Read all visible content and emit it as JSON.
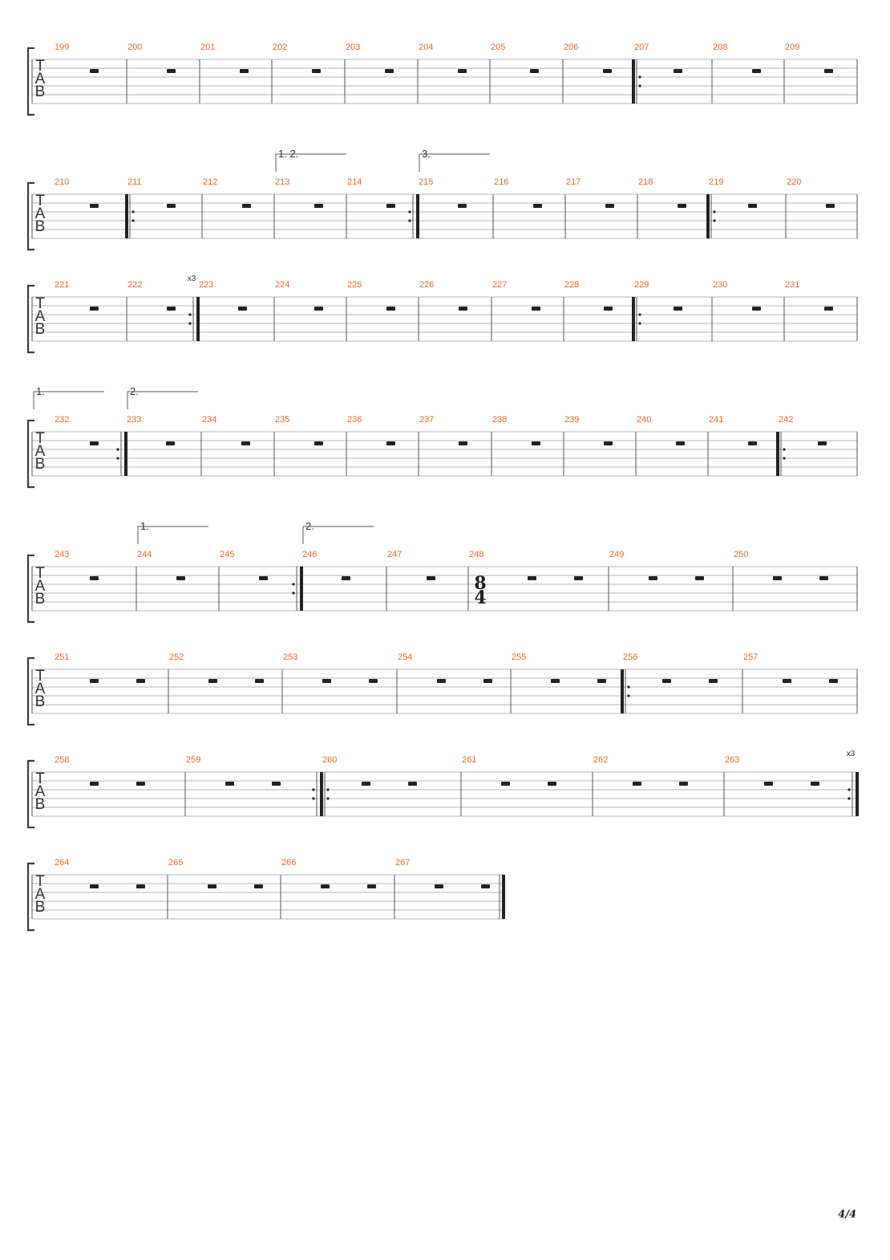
{
  "document": {
    "type": "guitar-tablature",
    "page_label": "4/4",
    "tab_clef": [
      "T",
      "A",
      "B"
    ],
    "rest_marker": "rest",
    "time_signature_change": {
      "measure": 248,
      "numerator": "8",
      "denominator": "4"
    },
    "systems": [
      {
        "measures": [
          {
            "n": "199",
            "rests": 1
          },
          {
            "n": "200",
            "rests": 1
          },
          {
            "n": "201",
            "rests": 1
          },
          {
            "n": "202",
            "rests": 1
          },
          {
            "n": "203",
            "rests": 1
          },
          {
            "n": "204",
            "rests": 1
          },
          {
            "n": "205",
            "rests": 1
          },
          {
            "n": "206",
            "rests": 1
          },
          {
            "n": "207",
            "rests": 1,
            "repeat_start": true
          },
          {
            "n": "208",
            "rests": 1
          },
          {
            "n": "209",
            "rests": 1
          }
        ]
      },
      {
        "measures": [
          {
            "n": "210",
            "rests": 1
          },
          {
            "n": "211",
            "rests": 1,
            "repeat_start": true
          },
          {
            "n": "212",
            "rests": 1
          },
          {
            "n": "213",
            "rests": 1,
            "ending": "1. 2."
          },
          {
            "n": "214",
            "rests": 1,
            "repeat_end": true
          },
          {
            "n": "215",
            "rests": 1,
            "ending": "3."
          },
          {
            "n": "216",
            "rests": 1
          },
          {
            "n": "217",
            "rests": 1
          },
          {
            "n": "218",
            "rests": 1
          },
          {
            "n": "219",
            "rests": 1,
            "repeat_start": true
          },
          {
            "n": "220",
            "rests": 1
          }
        ]
      },
      {
        "measures": [
          {
            "n": "221",
            "rests": 1
          },
          {
            "n": "222",
            "rests": 1,
            "repeat_end": true,
            "repeat_count": "x3"
          },
          {
            "n": "223",
            "rests": 1
          },
          {
            "n": "224",
            "rests": 1
          },
          {
            "n": "225",
            "rests": 1
          },
          {
            "n": "226",
            "rests": 1
          },
          {
            "n": "227",
            "rests": 1
          },
          {
            "n": "228",
            "rests": 1
          },
          {
            "n": "229",
            "rests": 1,
            "repeat_start": true
          },
          {
            "n": "230",
            "rests": 1
          },
          {
            "n": "231",
            "rests": 1
          }
        ]
      },
      {
        "measures": [
          {
            "n": "232",
            "rests": 1,
            "ending": "1.",
            "repeat_end": true
          },
          {
            "n": "233",
            "rests": 1,
            "ending": "2."
          },
          {
            "n": "234",
            "rests": 1
          },
          {
            "n": "235",
            "rests": 1
          },
          {
            "n": "236",
            "rests": 1
          },
          {
            "n": "237",
            "rests": 1
          },
          {
            "n": "238",
            "rests": 1
          },
          {
            "n": "239",
            "rests": 1
          },
          {
            "n": "240",
            "rests": 1
          },
          {
            "n": "241",
            "rests": 1
          },
          {
            "n": "242",
            "rests": 1,
            "repeat_start": true
          }
        ]
      },
      {
        "measures": [
          {
            "n": "243",
            "rests": 1
          },
          {
            "n": "244",
            "rests": 1,
            "ending": "1."
          },
          {
            "n": "245",
            "rests": 1,
            "repeat_end": true
          },
          {
            "n": "246",
            "rests": 1,
            "ending": "2."
          },
          {
            "n": "247",
            "rests": 1
          },
          {
            "n": "248",
            "rests": 2,
            "time_signature": true
          },
          {
            "n": "249",
            "rests": 2
          },
          {
            "n": "250",
            "rests": 2
          }
        ]
      },
      {
        "measures": [
          {
            "n": "251",
            "rests": 2
          },
          {
            "n": "252",
            "rests": 2
          },
          {
            "n": "253",
            "rests": 2
          },
          {
            "n": "254",
            "rests": 2
          },
          {
            "n": "255",
            "rests": 2
          },
          {
            "n": "256",
            "rests": 2,
            "repeat_start": true
          },
          {
            "n": "257",
            "rests": 2
          }
        ]
      },
      {
        "measures": [
          {
            "n": "258",
            "rests": 2
          },
          {
            "n": "259",
            "rests": 2,
            "repeat_end": true
          },
          {
            "n": "260",
            "rests": 2,
            "repeat_start": true
          },
          {
            "n": "261",
            "rests": 2
          },
          {
            "n": "262",
            "rests": 2
          },
          {
            "n": "263",
            "rests": 2,
            "repeat_end": true,
            "repeat_count": "x3"
          }
        ]
      },
      {
        "measures": [
          {
            "n": "264",
            "rests": 2
          },
          {
            "n": "265",
            "rests": 2
          },
          {
            "n": "266",
            "rests": 2
          },
          {
            "n": "267",
            "rests": 2,
            "final_barline": true
          }
        ]
      }
    ]
  },
  "colors": {
    "measure_number": "#e8692a",
    "staff_line": "#b4b4b4",
    "barline": "#555555",
    "ink": "#333333",
    "bracket": "#3c3c3c"
  }
}
